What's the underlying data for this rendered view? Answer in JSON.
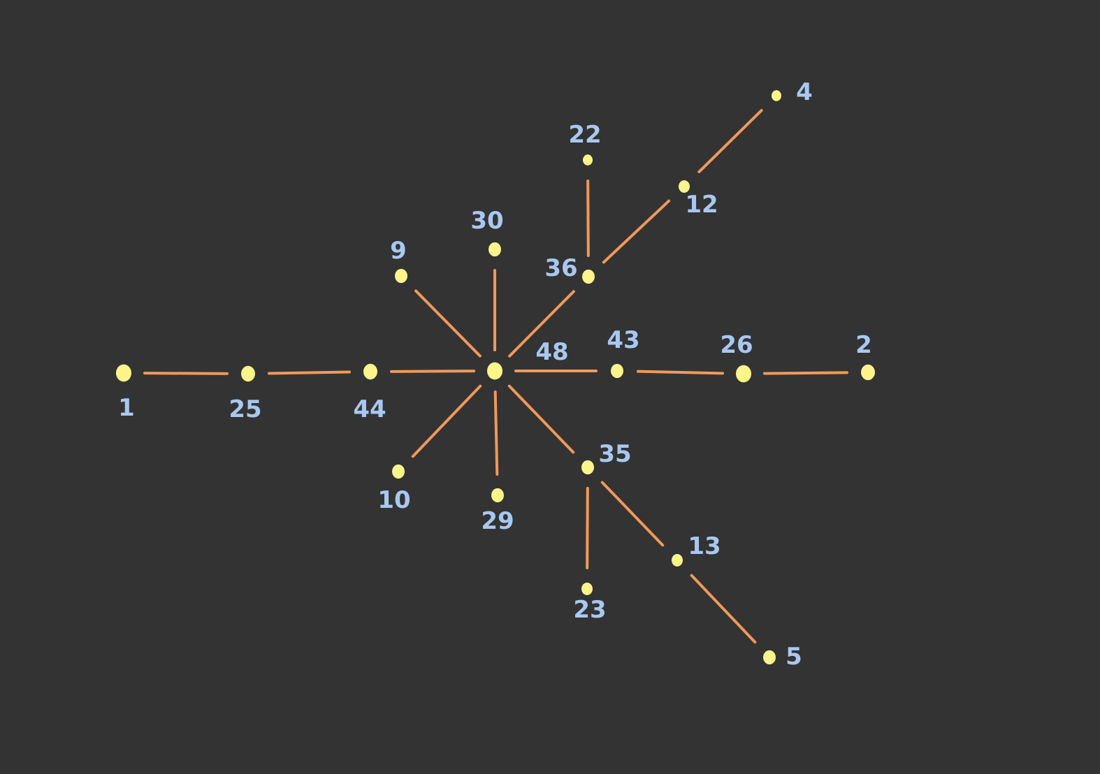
{
  "colors": {
    "background": "#333333",
    "node": "#fbf48a",
    "edge": "#f0995a",
    "label": "#a8c8f0"
  },
  "graph": {
    "nodes": [
      {
        "id": "48",
        "label": "48"
      },
      {
        "id": "1",
        "label": "1"
      },
      {
        "id": "25",
        "label": "25"
      },
      {
        "id": "44",
        "label": "44"
      },
      {
        "id": "43",
        "label": "43"
      },
      {
        "id": "26",
        "label": "26"
      },
      {
        "id": "2",
        "label": "2"
      },
      {
        "id": "9",
        "label": "9"
      },
      {
        "id": "30",
        "label": "30"
      },
      {
        "id": "36",
        "label": "36"
      },
      {
        "id": "22",
        "label": "22"
      },
      {
        "id": "12",
        "label": "12"
      },
      {
        "id": "4",
        "label": "4"
      },
      {
        "id": "10",
        "label": "10"
      },
      {
        "id": "29",
        "label": "29"
      },
      {
        "id": "35",
        "label": "35"
      },
      {
        "id": "23",
        "label": "23"
      },
      {
        "id": "13",
        "label": "13"
      },
      {
        "id": "5",
        "label": "5"
      }
    ],
    "edges": [
      {
        "source": "1",
        "target": "25"
      },
      {
        "source": "25",
        "target": "44"
      },
      {
        "source": "44",
        "target": "48"
      },
      {
        "source": "48",
        "target": "43"
      },
      {
        "source": "43",
        "target": "26"
      },
      {
        "source": "26",
        "target": "2"
      },
      {
        "source": "48",
        "target": "9"
      },
      {
        "source": "48",
        "target": "30"
      },
      {
        "source": "48",
        "target": "36"
      },
      {
        "source": "36",
        "target": "22"
      },
      {
        "source": "36",
        "target": "12"
      },
      {
        "source": "12",
        "target": "4"
      },
      {
        "source": "48",
        "target": "10"
      },
      {
        "source": "48",
        "target": "29"
      },
      {
        "source": "48",
        "target": "35"
      },
      {
        "source": "35",
        "target": "23"
      },
      {
        "source": "35",
        "target": "13"
      },
      {
        "source": "13",
        "target": "5"
      }
    ]
  }
}
